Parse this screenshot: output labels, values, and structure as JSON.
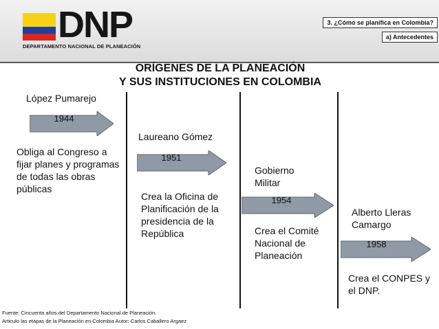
{
  "header": {
    "logo_text": "DNP",
    "logo_subtitle": "DEPARTAMENTO NACIONAL DE PLANEACIÓN",
    "breadcrumb_section": "3. ¿Cómo se planifica en Colombia?",
    "breadcrumb_subsection": "a) Antecedentes",
    "flag_colors": [
      "#f7d117",
      "#1f3f9a",
      "#d7281f"
    ]
  },
  "title": {
    "line1": "ORÍGENES DE LA PLANEACIÓN",
    "line2": "Y SUS INSTITUCIONES EN COLOMBIA"
  },
  "timeline": [
    {
      "leader": "López Pumarejo",
      "year": "1944",
      "description": [
        "Obliga al Congreso a",
        "fijar planes y programas",
        "de todas las obras",
        "públicas"
      ]
    },
    {
      "leader": "Laureano Gómez",
      "year": "1951",
      "description": [
        "Crea la Oficina de",
        "Planificación de la",
        "presidencia de la",
        "República"
      ]
    },
    {
      "leader_lines": [
        "Gobierno",
        "Militar"
      ],
      "year": "1954",
      "description": [
        "Crea el Comité",
        "Nacional de",
        "Planeación"
      ]
    },
    {
      "leader_lines": [
        "Alberto Lleras",
        "Camargo"
      ],
      "year": "1958",
      "description": [
        "Crea el CONPES y",
        "el DNP."
      ]
    }
  ],
  "footer": {
    "line1": "Fuente: Cincuenta años del Departamento Nacional de Planeación.",
    "line2": "Articulo las etapas de la Planeación en Colombia Autor: Carlos Caballero Argaez"
  },
  "colors": {
    "arrow_fill": "#8f9aa6",
    "arrow_dark": "#5e6772"
  }
}
